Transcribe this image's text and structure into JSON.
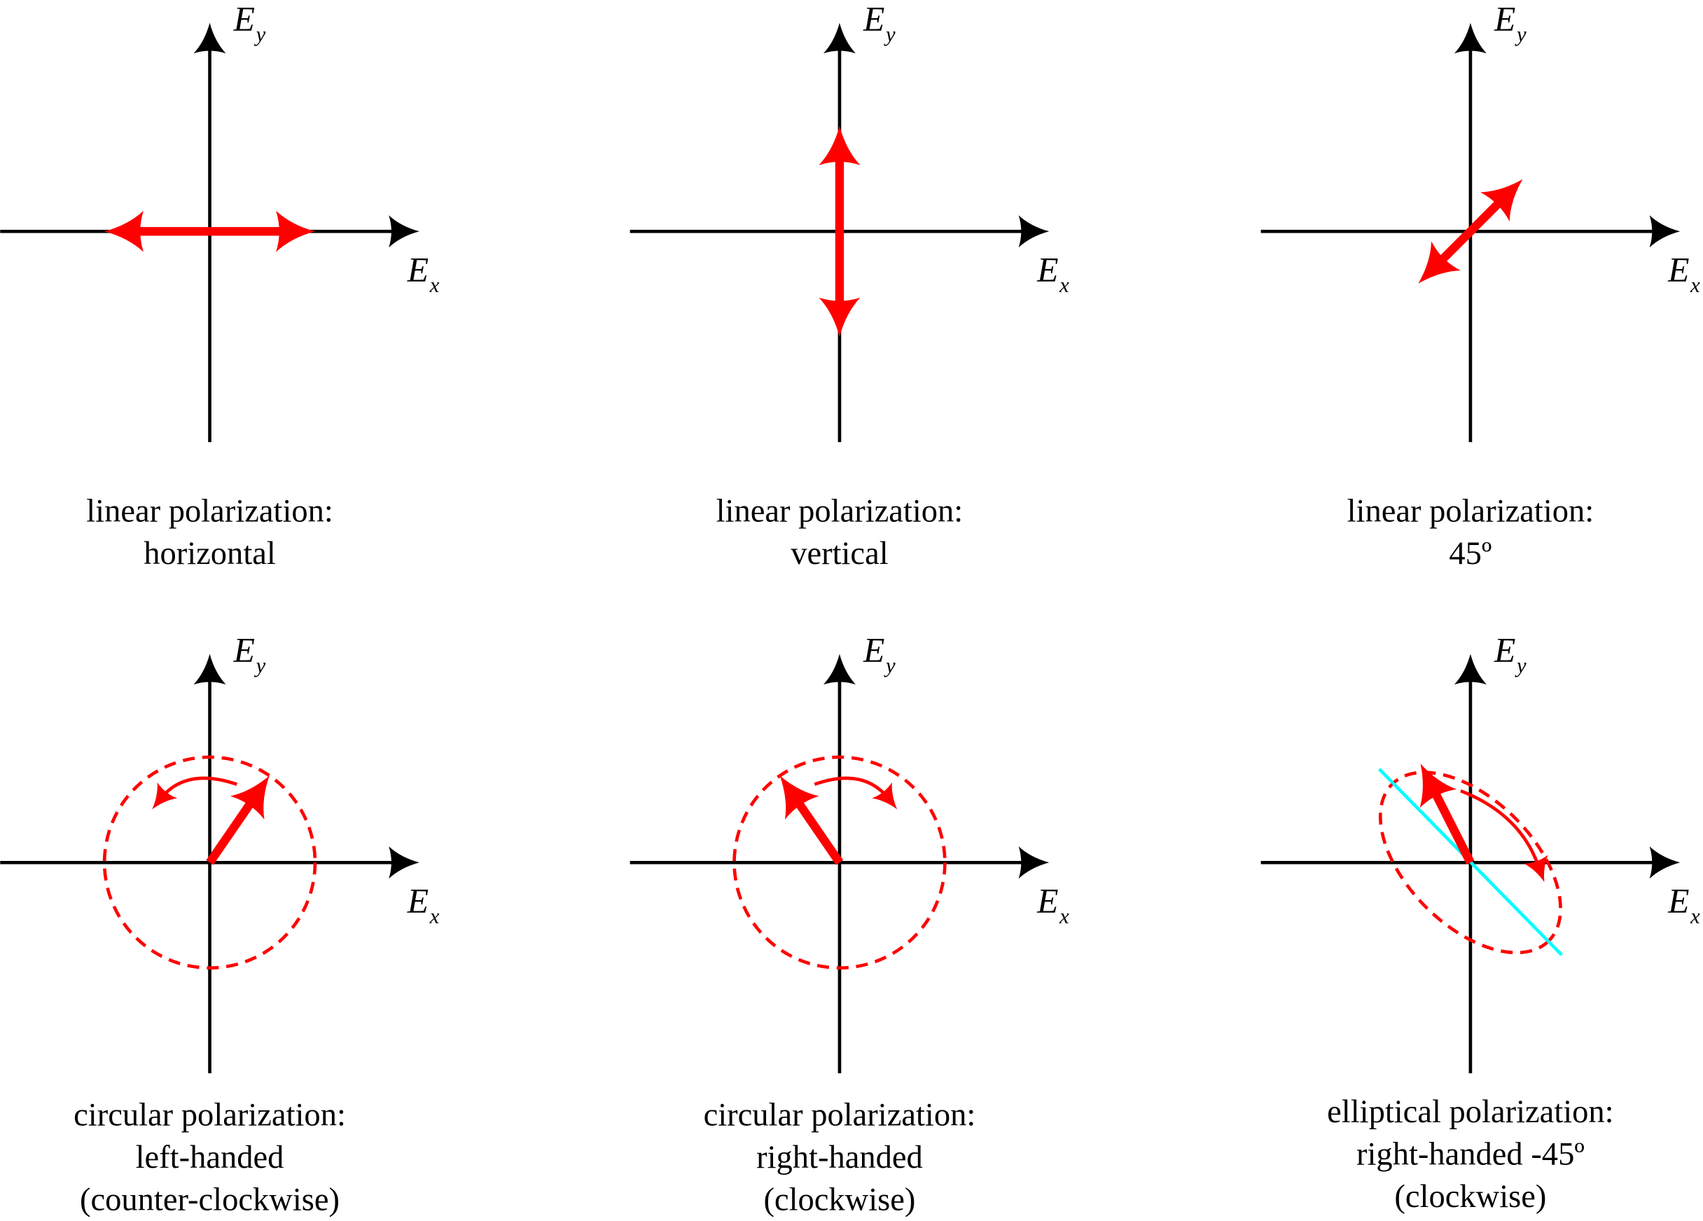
{
  "colors": {
    "axis": "#000000",
    "field": "#ff0000",
    "major_axis": "#00ffff"
  },
  "axis_labels": {
    "x": "E",
    "x_sub": "x",
    "y": "E",
    "y_sub": "y"
  },
  "panels": [
    {
      "id": "linear-horizontal",
      "type": "linear",
      "angle_deg": 0,
      "caption": [
        "linear polarization:",
        "horizontal"
      ]
    },
    {
      "id": "linear-vertical",
      "type": "linear",
      "angle_deg": 90,
      "caption": [
        "linear polarization:",
        "vertical"
      ]
    },
    {
      "id": "linear-45",
      "type": "linear",
      "angle_deg": 45,
      "caption": [
        "linear polarization:",
        "45º"
      ]
    },
    {
      "id": "circular-left",
      "type": "circular",
      "handedness": "left",
      "rotation": "counter-clockwise",
      "caption": [
        "circular polarization:",
        "left-handed",
        "(counter-clockwise)"
      ]
    },
    {
      "id": "circular-right",
      "type": "circular",
      "handedness": "right",
      "rotation": "clockwise",
      "caption": [
        "circular polarization:",
        "right-handed",
        "(clockwise)"
      ]
    },
    {
      "id": "elliptical-right-m45",
      "type": "elliptical",
      "handedness": "right",
      "rotation": "clockwise",
      "tilt_deg": -45,
      "caption": [
        "elliptical polarization:",
        "right-handed -45º",
        "(clockwise)"
      ]
    }
  ]
}
